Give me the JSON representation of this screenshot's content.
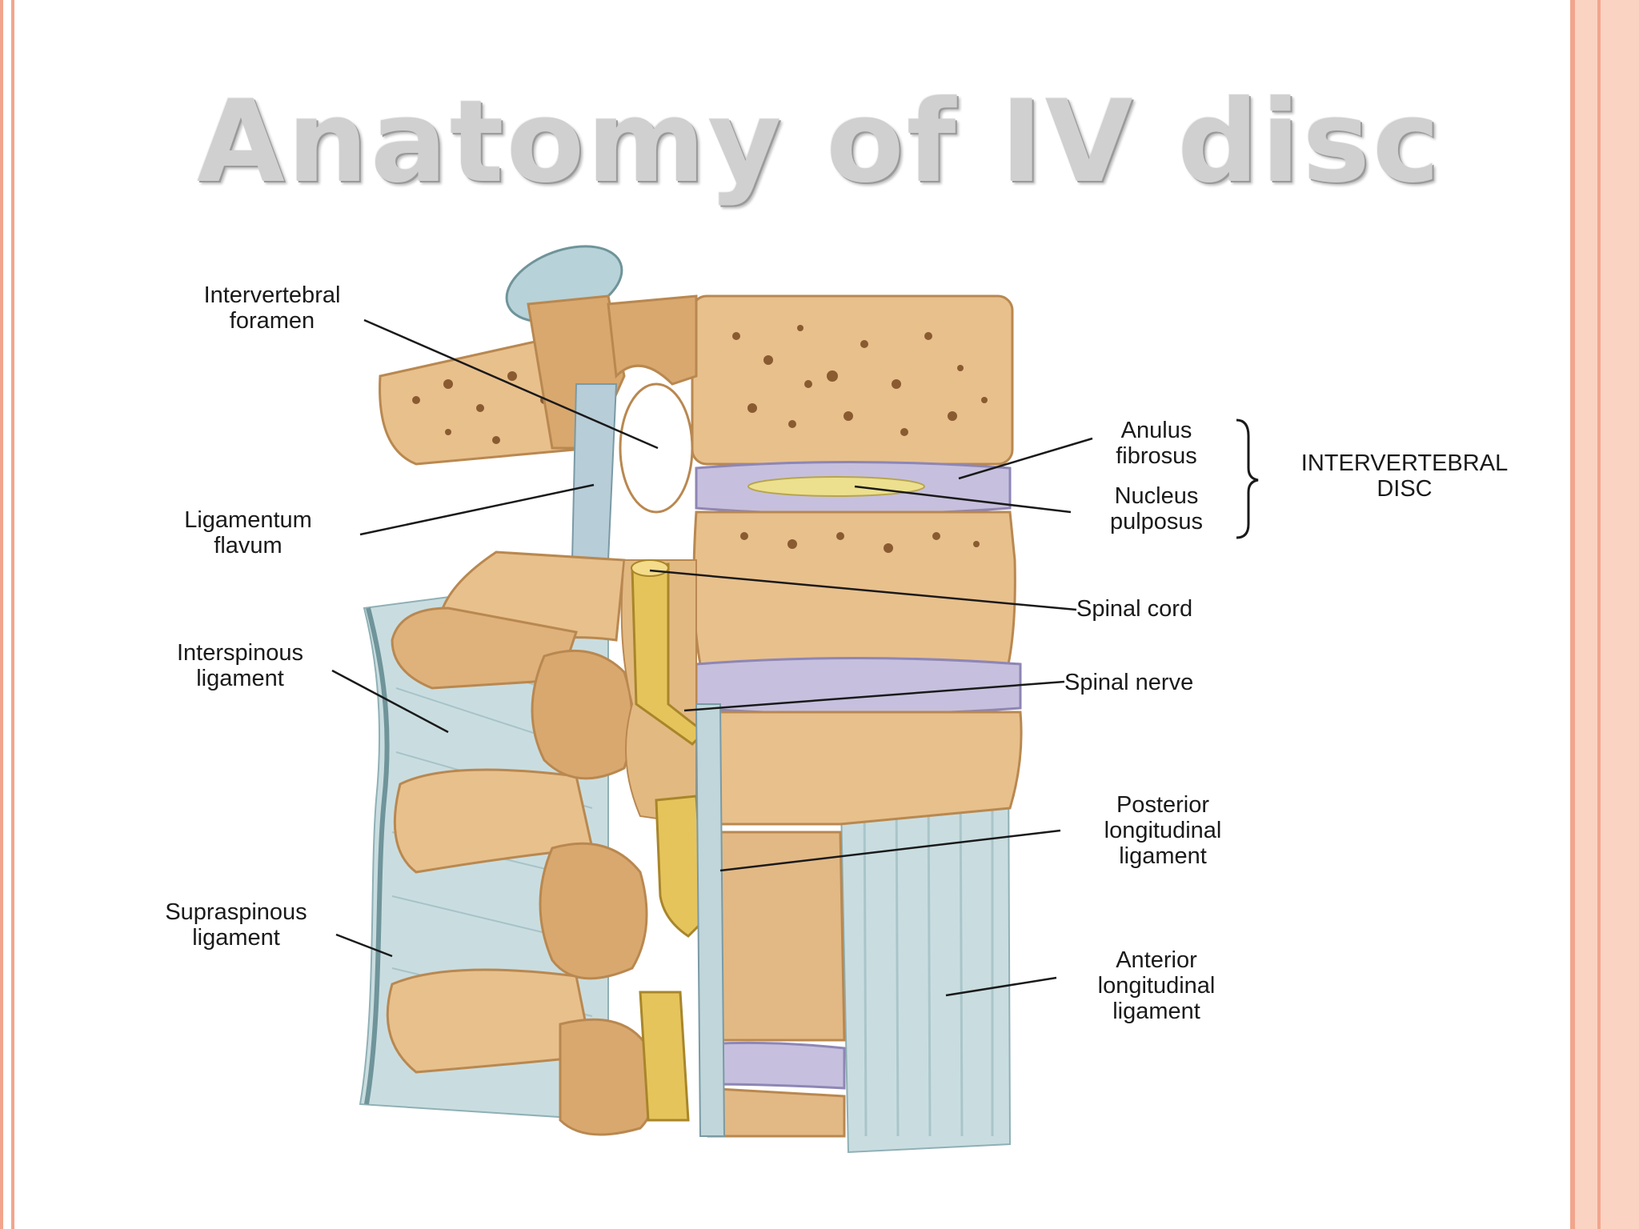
{
  "title": "Anatomy of IV disc",
  "labels": {
    "intervertebral_foramen": "Intervertebral\nforamen",
    "ligamentum_flavum": "Ligamentum\nflavum",
    "interspinous_ligament": "Interspinous\nligament",
    "supraspinous_ligament": "Supraspinous\nligament",
    "anulus_fibrosus": "Anulus\nfibrosus",
    "nucleus_pulposus": "Nucleus\npulposus",
    "intervertebral_disc": "INTERVERTEBRAL\nDISC",
    "spinal_cord": "Spinal cord",
    "spinal_nerve": "Spinal nerve",
    "posterior_longitudinal_ligament": "Posterior\nlongitudinal\nligament",
    "anterior_longitudinal_ligament": "Anterior\nlongitudinal\nligament"
  },
  "colors": {
    "border": "#f2a58c",
    "border_fill": "#fbd3c3",
    "bone": "#e8c08c",
    "bone_dark": "#b98850",
    "ligament": "#c9dde0",
    "disc": "#c6c0de",
    "nucleus": "#ece08e",
    "cord": "#e6c45c"
  }
}
